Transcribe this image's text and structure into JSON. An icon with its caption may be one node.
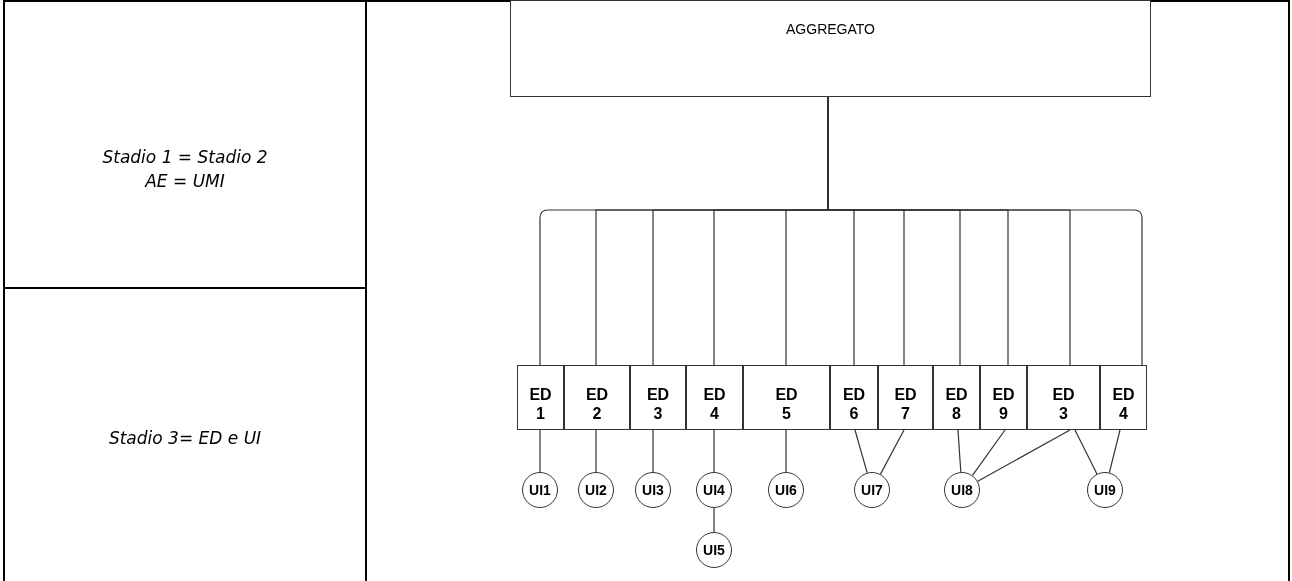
{
  "diagram": {
    "nodes": [
      {
        "text": [
          "AGGREGATO"
        ]
      },
      {
        "text": [
          "ED 1"
        ]
      },
      {
        "text": [
          "ED 2"
        ]
      },
      {
        "text": [
          "ED 3"
        ]
      },
      {
        "text": [
          "ED 4"
        ]
      },
      {
        "text": [
          "ED 5"
        ]
      },
      {
        "text": [
          "ED 6"
        ]
      },
      {
        "text": [
          "ED 7"
        ]
      },
      {
        "text": [
          "ED 8"
        ]
      },
      {
        "text": [
          "ED 9"
        ]
      },
      {
        "text": [
          "ED 3"
        ]
      },
      {
        "text": [
          "ED 4"
        ]
      },
      {
        "text": [
          "UI1"
        ]
      },
      {
        "text": [
          "UI2"
        ]
      },
      {
        "text": [
          "UI3"
        ]
      },
      {
        "text": [
          "UI4"
        ]
      },
      {
        "text": [
          "UI5"
        ]
      },
      {
        "text": [
          "UI6"
        ]
      },
      {
        "text": [
          "UI7"
        ]
      },
      {
        "text": [
          "UI8"
        ]
      },
      {
        "text": [
          "UI9"
        ]
      }
    ],
    "edges": [
      {
        "from": 0,
        "to": 1,
        "arrow": "none"
      },
      {
        "from": 0,
        "to": 2,
        "arrow": "none"
      },
      {
        "from": 0,
        "to": 3,
        "arrow": "none"
      },
      {
        "from": 0,
        "to": 4,
        "arrow": "none"
      },
      {
        "from": 0,
        "to": 5,
        "arrow": "none"
      },
      {
        "from": 0,
        "to": 6,
        "arrow": "none"
      },
      {
        "from": 0,
        "to": 7,
        "arrow": "none"
      },
      {
        "from": 0,
        "to": 8,
        "arrow": "none"
      },
      {
        "from": 0,
        "to": 9,
        "arrow": "none"
      },
      {
        "from": 0,
        "to": 10,
        "arrow": "none"
      },
      {
        "from": 0,
        "to": 11,
        "arrow": "none"
      },
      {
        "from": 1,
        "to": 12,
        "arrow": "none"
      },
      {
        "from": 2,
        "to": 13,
        "arrow": "none"
      },
      {
        "from": 3,
        "to": 14,
        "arrow": "none"
      },
      {
        "from": 4,
        "to": 15,
        "arrow": "none"
      },
      {
        "from": 15,
        "to": 16,
        "arrow": "none"
      },
      {
        "from": 5,
        "to": 17,
        "arrow": "none"
      },
      {
        "from": 6,
        "to": 18,
        "arrow": "none"
      },
      {
        "from": 7,
        "to": 18,
        "arrow": "none"
      },
      {
        "from": 8,
        "to": 19,
        "arrow": "none"
      },
      {
        "from": 9,
        "to": 19,
        "arrow": "none"
      },
      {
        "from": 10,
        "to": 19,
        "arrow": "none"
      },
      {
        "from": 10,
        "to": 20,
        "arrow": "none"
      },
      {
        "from": 11,
        "to": 20,
        "arrow": "none"
      }
    ],
    "labels": [
      "Stadio 1 = Stadio 2",
      "AE = UMI",
      "Stadio 3= ED e UI"
    ]
  }
}
